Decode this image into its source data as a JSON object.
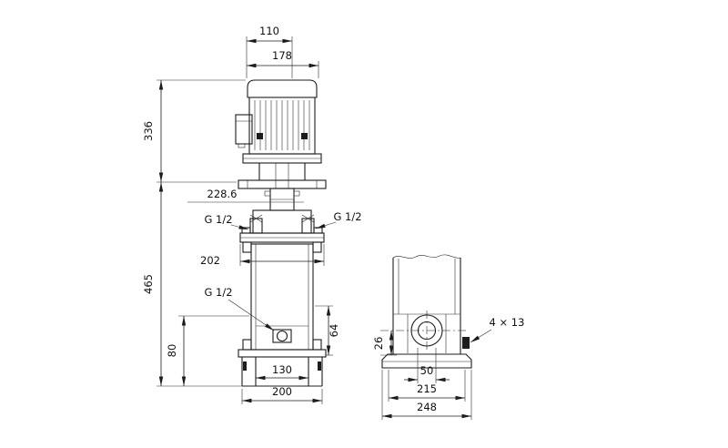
{
  "front_view": {
    "dim_fan_shroud_width": "110",
    "dim_motor_width": "178",
    "dim_motor_height": "336",
    "dim_coupling_height": "228.6",
    "port_gauge_left": "G 1/2",
    "port_gauge_right": "G 1/2",
    "port_drain": "G 1/2",
    "dim_flange_width": "202",
    "dim_pump_height": "465",
    "dim_base_height": "80",
    "dim_outlet_height": "64",
    "dim_foot_inner_width": "130",
    "dim_base_width": "200"
  },
  "side_view": {
    "dim_port_height": "26",
    "bolt_slots_label": "4 × 13",
    "dim_port_diameter": "50",
    "dim_bolt_spacing": "215",
    "dim_base_depth": "248"
  }
}
